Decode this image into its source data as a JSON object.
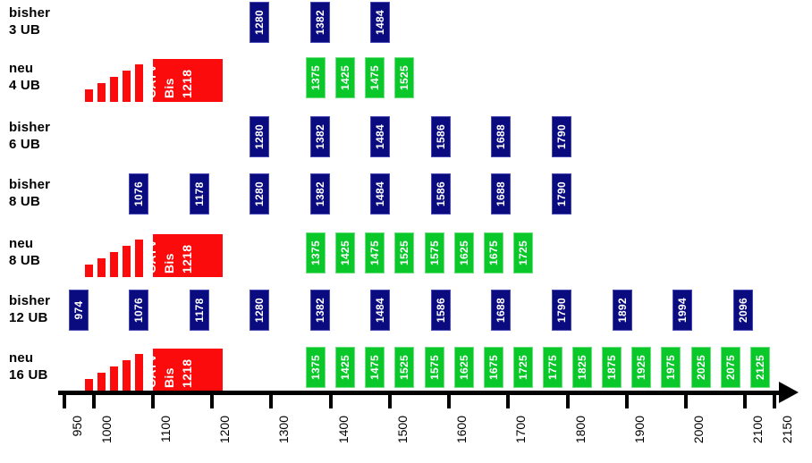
{
  "chart_data": {
    "type": "bar",
    "title": "",
    "xlabel": "",
    "ylabel": "",
    "xlim": [
      940,
      2160
    ],
    "axis": {
      "ticks": [
        950,
        1000,
        1100,
        1200,
        1300,
        1400,
        1500,
        1600,
        1700,
        1800,
        1900,
        2000,
        2100,
        2150
      ],
      "tick_labels": [
        "950",
        "1000",
        "1100",
        "1200",
        "1300",
        "1400",
        "1500",
        "1600",
        "1700",
        "1800",
        "1900",
        "2000",
        "2100",
        "2150"
      ],
      "arrow": true,
      "grid": false
    },
    "colors": {
      "blue": "#0b0b80",
      "blue_border": "#4a4ab4",
      "green": "#0ac72a",
      "green_border": "#6de07f",
      "red": "#fb0b0b",
      "axis": "#000000",
      "block_text": "#ffffff"
    },
    "catv": {
      "label_line1": "CATV",
      "label_line2": "Bis",
      "label_line3": "1218",
      "range_start": 1000,
      "range_end": 1218,
      "stair_count": 5
    },
    "rows": [
      {
        "label_line1": "bisher",
        "label_line2": "3 UB",
        "kind": "blue",
        "has_catv": false,
        "values": [
          1280,
          1382,
          1484
        ]
      },
      {
        "label_line1": "neu",
        "label_line2": "4 UB",
        "kind": "green",
        "has_catv": true,
        "values": [
          1375,
          1425,
          1475,
          1525
        ]
      },
      {
        "label_line1": "bisher",
        "label_line2": "6 UB",
        "kind": "blue",
        "has_catv": false,
        "values": [
          1280,
          1382,
          1484,
          1586,
          1688,
          1790
        ]
      },
      {
        "label_line1": "bisher",
        "label_line2": "8 UB",
        "kind": "blue",
        "has_catv": false,
        "values": [
          1076,
          1178,
          1280,
          1382,
          1484,
          1586,
          1688,
          1790
        ]
      },
      {
        "label_line1": "neu",
        "label_line2": "8 UB",
        "kind": "green",
        "has_catv": true,
        "values": [
          1375,
          1425,
          1475,
          1525,
          1575,
          1625,
          1675,
          1725
        ]
      },
      {
        "label_line1": "bisher",
        "label_line2": "12 UB",
        "kind": "blue",
        "has_catv": false,
        "values": [
          974,
          1076,
          1178,
          1280,
          1382,
          1484,
          1586,
          1688,
          1790,
          1892,
          1994,
          2096
        ]
      },
      {
        "label_line1": "neu",
        "label_line2": "16 UB",
        "kind": "green",
        "has_catv": true,
        "values": [
          1375,
          1425,
          1475,
          1525,
          1575,
          1625,
          1675,
          1725,
          1775,
          1825,
          1875,
          1925,
          1975,
          2025,
          2075,
          2125
        ]
      }
    ]
  }
}
